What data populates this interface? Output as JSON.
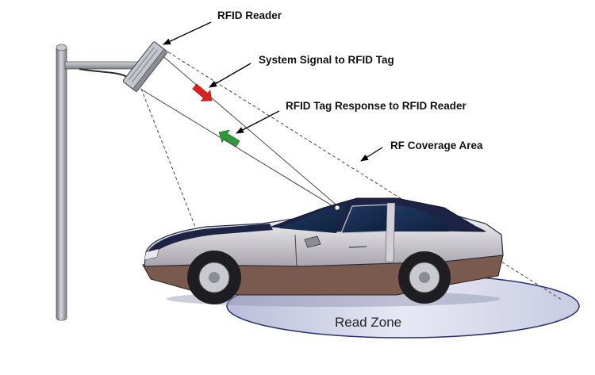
{
  "labels": {
    "reader": "RFID Reader",
    "signal": "System Signal to RFID Tag",
    "response": "RFID Tag Response to RFID Reader",
    "coverage": "RF Coverage Area",
    "zone": "Read Zone"
  },
  "colors": {
    "signal_arrow": "#e02020",
    "response_arrow": "#2e9a3a",
    "zone_fill": "#d9dcef",
    "zone_edge": "#2a2f6e",
    "car_top": "#1d2344",
    "car_body": "#c6c2c8",
    "car_lower": "#7a5a4e",
    "pole": "#9a9ca4"
  }
}
